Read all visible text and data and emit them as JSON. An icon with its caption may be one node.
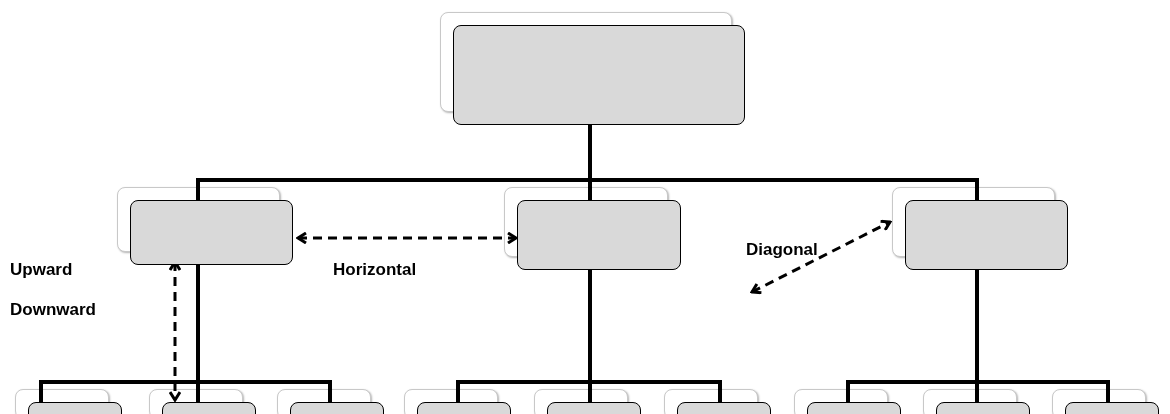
{
  "diagram": {
    "nodes": [
      {
        "text": [],
        "shape": "box"
      },
      {
        "text": [],
        "shape": "box"
      },
      {
        "text": [],
        "shape": "box"
      },
      {
        "text": [],
        "shape": "box"
      },
      {
        "text": [],
        "shape": "box"
      },
      {
        "text": [],
        "shape": "box"
      },
      {
        "text": [],
        "shape": "box"
      },
      {
        "text": [],
        "shape": "box"
      },
      {
        "text": [],
        "shape": "box"
      },
      {
        "text": [],
        "shape": "box"
      },
      {
        "text": [],
        "shape": "box"
      },
      {
        "text": [],
        "shape": "box"
      },
      {
        "text": [],
        "shape": "box"
      }
    ],
    "edges": [
      {
        "from": 0,
        "to": 1,
        "arrow": "none"
      },
      {
        "from": 0,
        "to": 2,
        "arrow": "none"
      },
      {
        "from": 0,
        "to": 3,
        "arrow": "none"
      },
      {
        "from": 1,
        "to": 4,
        "arrow": "none"
      },
      {
        "from": 1,
        "to": 5,
        "arrow": "none"
      },
      {
        "from": 1,
        "to": 6,
        "arrow": "none"
      },
      {
        "from": 2,
        "to": 7,
        "arrow": "none"
      },
      {
        "from": 2,
        "to": 8,
        "arrow": "none"
      },
      {
        "from": 2,
        "to": 9,
        "arrow": "none"
      },
      {
        "from": 3,
        "to": 10,
        "arrow": "none"
      },
      {
        "from": 3,
        "to": 11,
        "arrow": "none"
      },
      {
        "from": 3,
        "to": 12,
        "arrow": "none"
      },
      {
        "from": 1,
        "to": 2,
        "arrow": "both",
        "style": "dashed"
      },
      {
        "from": 1,
        "to": 5,
        "arrow": "both",
        "style": "dashed"
      },
      {
        "from": null,
        "to": 3,
        "arrow": "both",
        "style": "dashed"
      }
    ],
    "labels": [
      "Upward",
      "Downward",
      "Horizontal",
      "Diagonal"
    ]
  }
}
